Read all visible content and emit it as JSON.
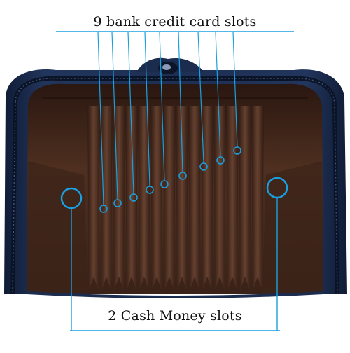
{
  "annotations": {
    "top_caption": "9 bank credit card slots",
    "bottom_caption": "2 Cash Money slots"
  },
  "colors": {
    "callout": "#1aa0e0",
    "wallet_navy": "#1b2c4e",
    "interior_brown": "#4a2c1e",
    "background": "#ffffff"
  },
  "card_slot_count": 9,
  "cash_slot_count": 2
}
